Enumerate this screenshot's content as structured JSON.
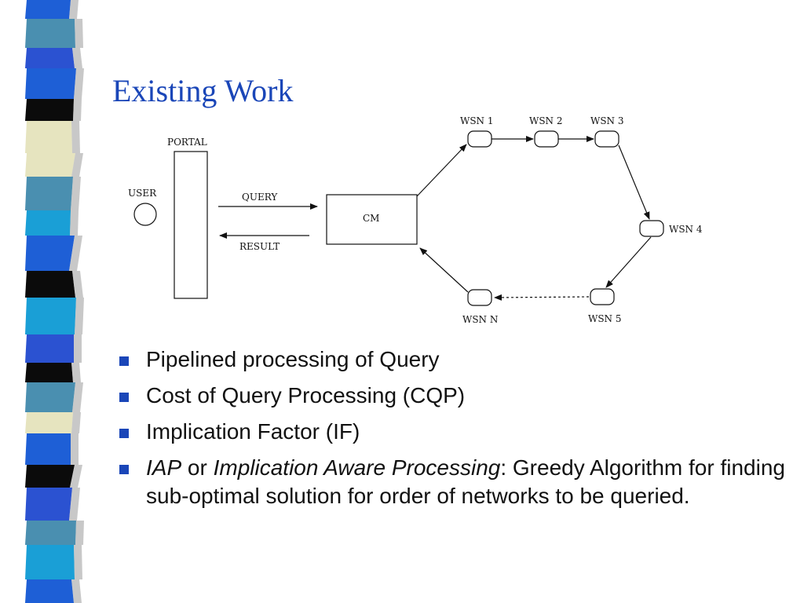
{
  "slide": {
    "title": "Existing Work"
  },
  "diagram": {
    "labels": {
      "portal": "PORTAL",
      "user": "USER",
      "query": "QUERY",
      "result": "RESULT",
      "cm": "CM",
      "wsn1": "WSN 1",
      "wsn2": "WSN 2",
      "wsn3": "WSN 3",
      "wsn4": "WSN 4",
      "wsn5": "WSN 5",
      "wsnn": "WSN N"
    }
  },
  "bullets": [
    {
      "text": "Pipelined processing of Query"
    },
    {
      "text": "Cost of Query Processing (CQP)"
    },
    {
      "text": "Implication Factor (IF)"
    },
    {
      "term1": "IAP",
      "connector": " or ",
      "term2": "Implication Aware Processing",
      "rest": ": Greedy Algorithm for finding sub-optimal solution for order of networks to be queried."
    }
  ],
  "colors": {
    "title": "#1a46b8",
    "bullet": "#1a46b8",
    "stripes": [
      "#1e5fd6",
      "#4a8fb0",
      "#0b0b0b",
      "#e6e4bf",
      "#1a9fd6",
      "#2b52d1"
    ]
  }
}
